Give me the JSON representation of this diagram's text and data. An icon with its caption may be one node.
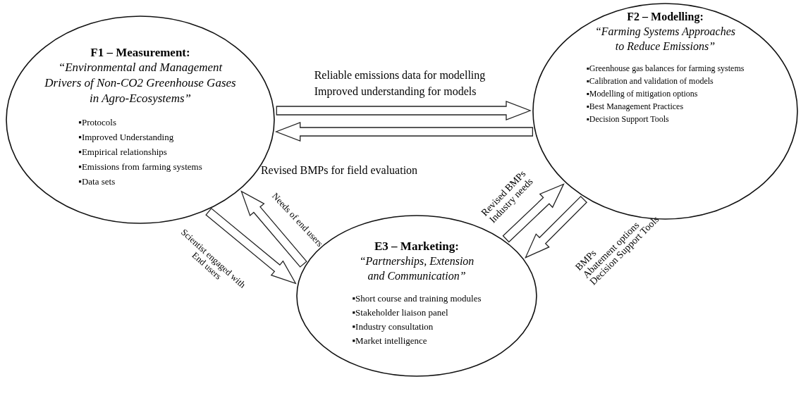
{
  "diagram": {
    "nodes": [
      {
        "text": [
          "F1 – Measurement:",
          "“Environmental and Management Drivers of Non-CO2 Greenhouse Gases in Agro-Ecosystems”",
          "▪Protocols",
          "▪Improved Understanding",
          "▪Empirical relationships",
          "▪Emissions from farming systems",
          "▪Data sets"
        ]
      },
      {
        "text": [
          "F2 – Modelling:",
          "“Farming Systems Approaches to Reduce Emissions”",
          "▪Greenhouse gas balances for farming systems",
          "▪Calibration and validation of models",
          "▪Modelling of mitigation options",
          "▪Best Management Practices",
          "▪Decision Support Tools"
        ]
      },
      {
        "text": [
          "E3 – Marketing:",
          "“Partnerships, Extension and Communication”",
          "▪Short course and training modules",
          "▪Stakeholder liaison panel",
          "▪Industry consultation",
          "▪Market intelligence"
        ]
      }
    ],
    "edges": [
      {
        "from": 0,
        "to": 1,
        "arrow": "to",
        "label": "Reliable emissions data for modelling Improved understanding for models"
      },
      {
        "from": 1,
        "to": 0,
        "arrow": "to",
        "label": "Revised BMPs for field evaluation"
      },
      {
        "from": 2,
        "to": 0,
        "arrow": "to",
        "label": "Needs of end users"
      },
      {
        "from": 0,
        "to": 2,
        "arrow": "to",
        "label": "Scientist engaged with End users"
      },
      {
        "from": 2,
        "to": 1,
        "arrow": "to",
        "label": "Revised BMPs Industry needs"
      },
      {
        "from": 1,
        "to": 2,
        "arrow": "to",
        "label": "BMPs Abatement options Decision Support Tools"
      }
    ]
  }
}
